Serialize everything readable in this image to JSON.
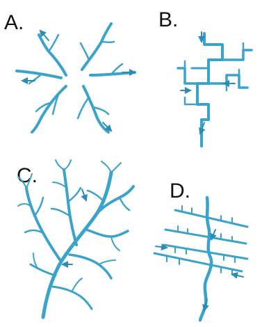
{
  "panels": [
    {
      "id": "A",
      "label": "A.",
      "pattern": "radial"
    },
    {
      "id": "B",
      "label": "B.",
      "pattern": "rectangular"
    },
    {
      "id": "C",
      "label": "C.",
      "pattern": "dendritic"
    },
    {
      "id": "D",
      "label": "D.",
      "pattern": "trellis"
    }
  ],
  "colors": {
    "stream": "#3aa3cc",
    "stream_dark": "#2b8db5",
    "arrow": "#2b8db5"
  }
}
